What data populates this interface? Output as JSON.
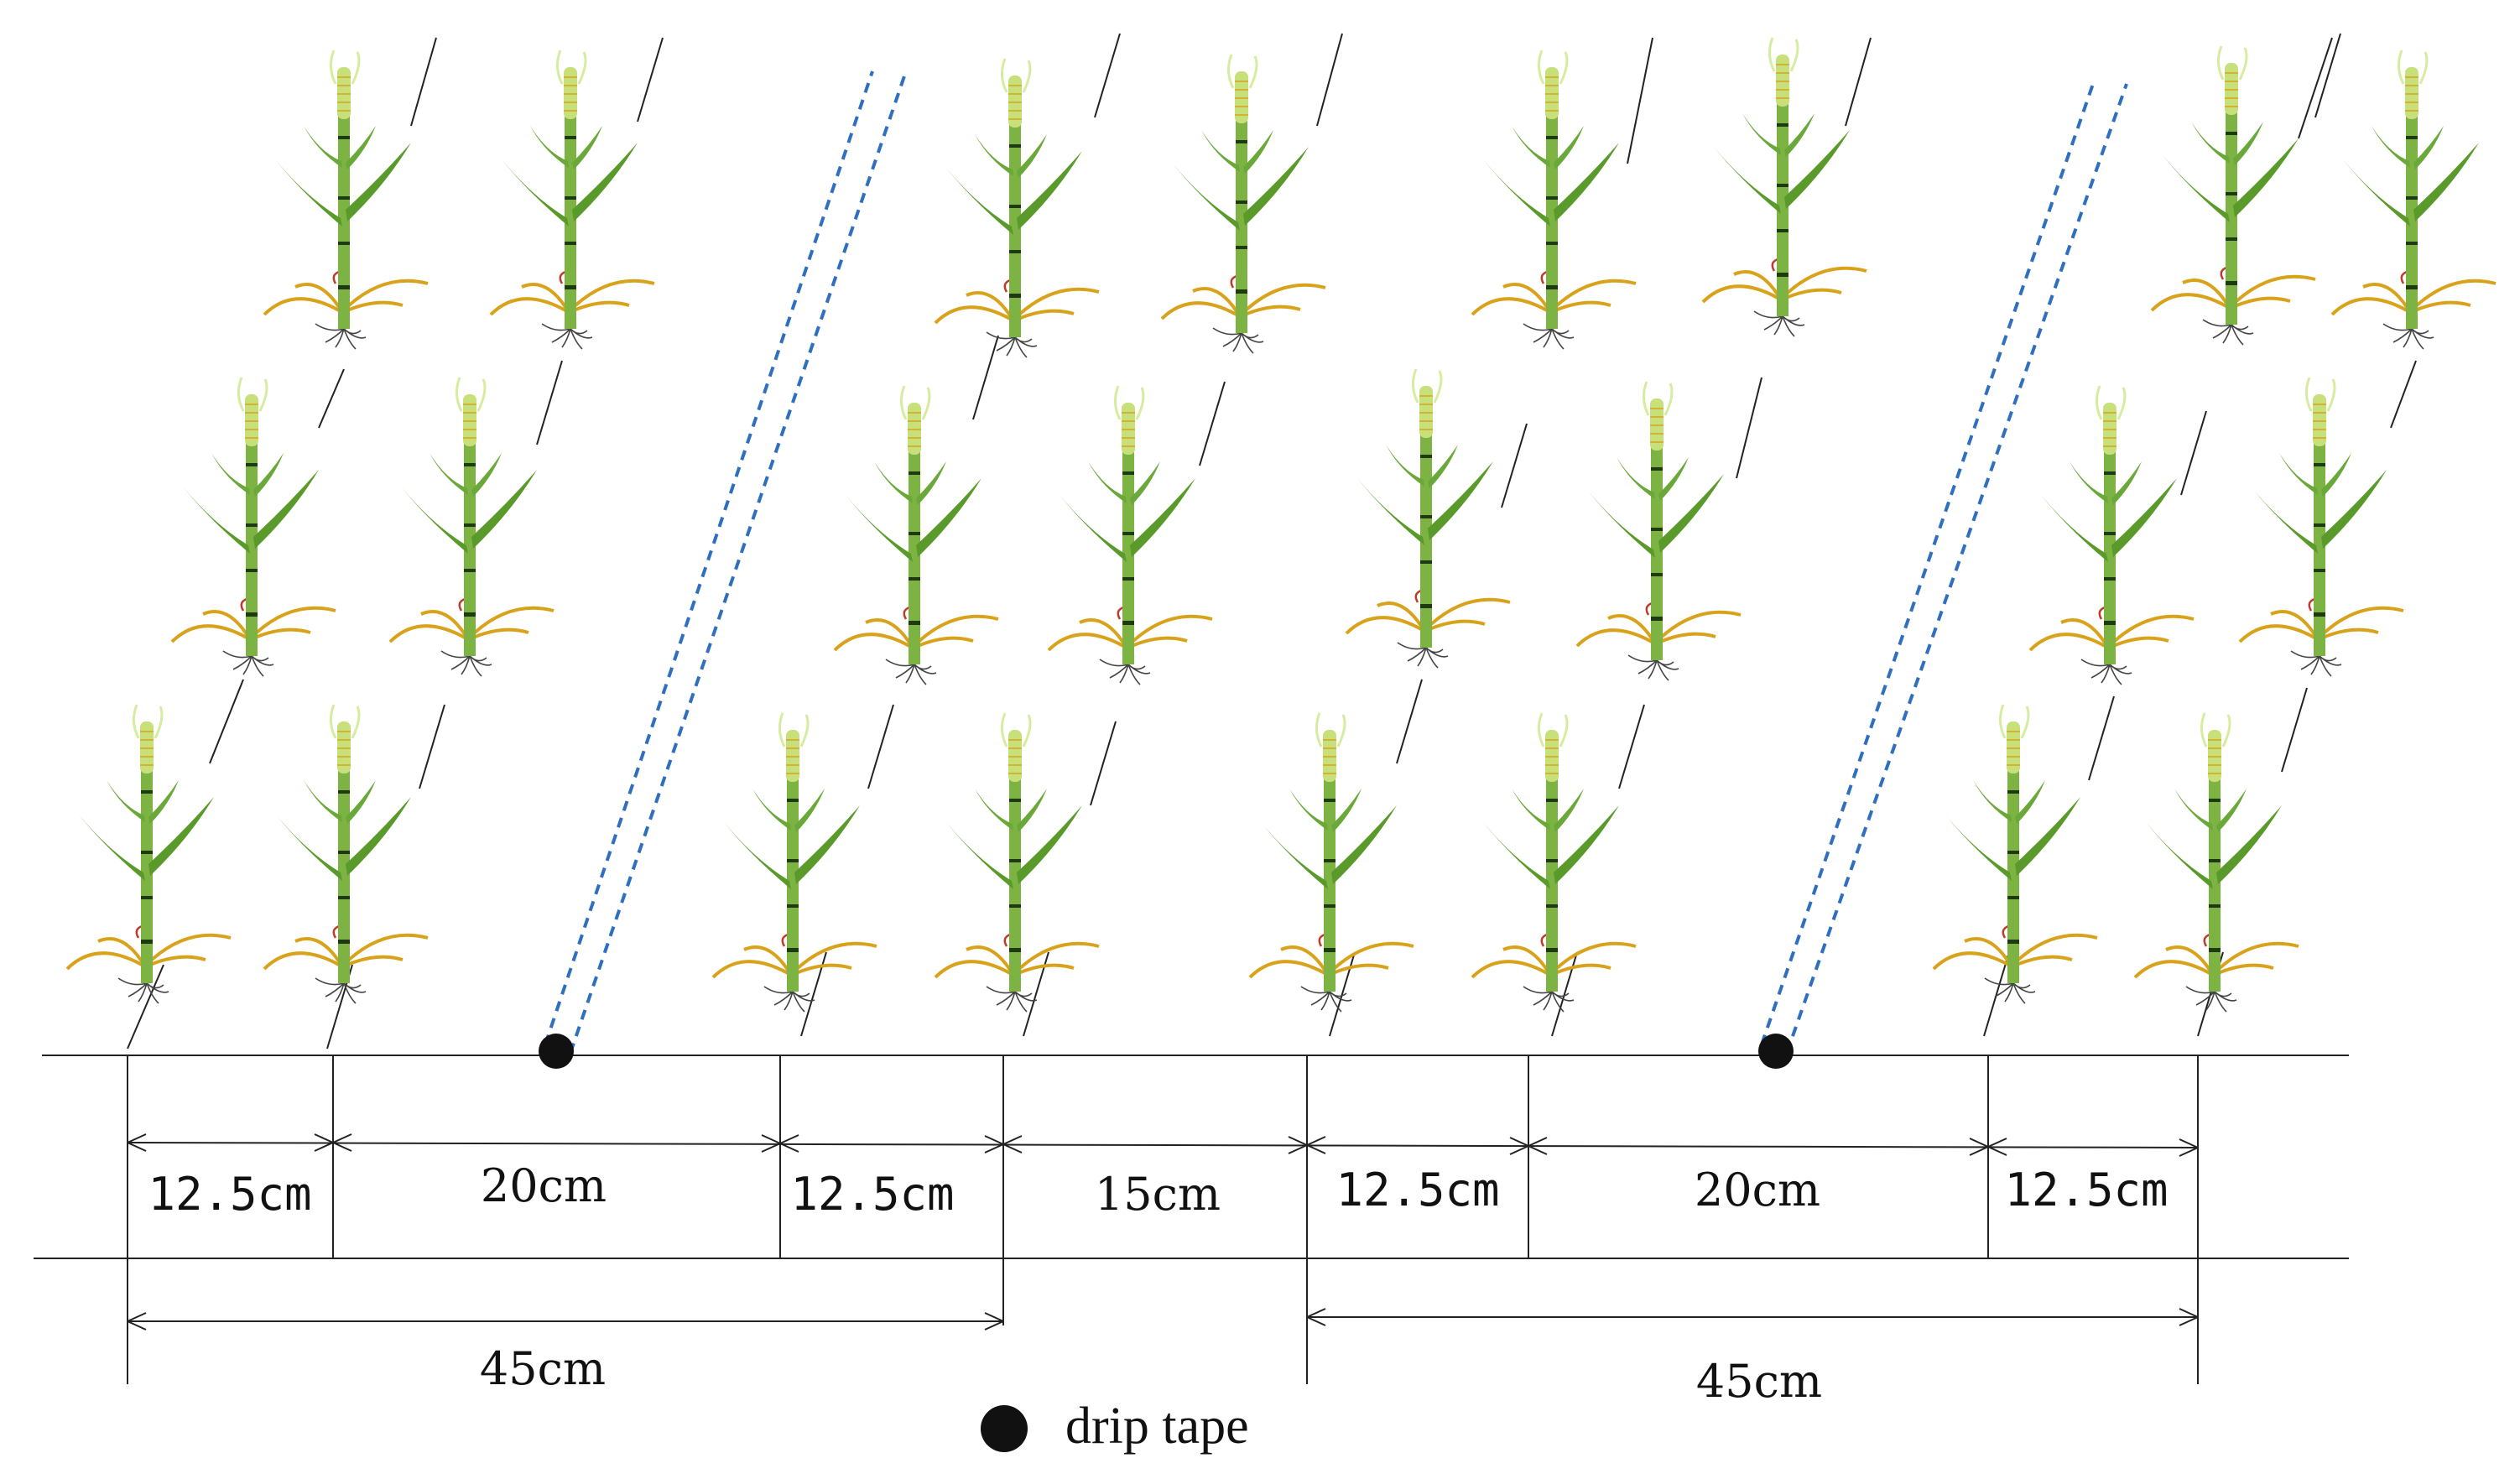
{
  "diagram": {
    "segments": [
      {
        "label": "12.5cm"
      },
      {
        "label": "20cm"
      },
      {
        "label": "12.5cm"
      },
      {
        "label": "15cm"
      },
      {
        "label": "12.5cm"
      },
      {
        "label": "20cm"
      },
      {
        "label": "12.5cm"
      }
    ],
    "totals": [
      {
        "label": "45cm"
      },
      {
        "label": "45cm"
      }
    ],
    "legend": {
      "label": "drip tape"
    },
    "colors": {
      "stem": "#7cb342",
      "leaf": "#5a9a2a",
      "tassel": "#c7e07a",
      "brace_root": "#d9a21b",
      "drip_line": "#2f6fbf",
      "line": "#222222"
    },
    "icons": [
      "corn-plant-icon",
      "drip-tape-icon"
    ]
  }
}
